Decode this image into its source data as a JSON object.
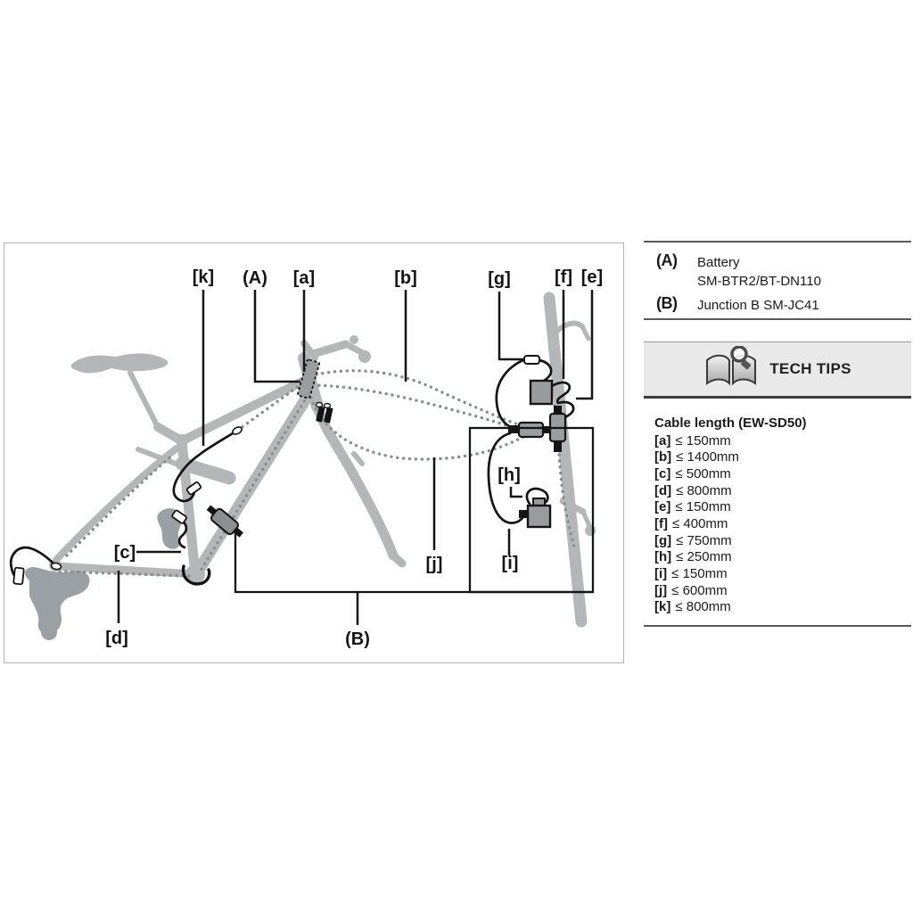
{
  "diagram": {
    "labels": {
      "k": "[k]",
      "A": "(A)",
      "a": "[a]",
      "b": "[b]",
      "g": "[g]",
      "f": "[f]",
      "e": "[e]",
      "c": "[c]",
      "d": "[d]",
      "j": "[j]",
      "i": "[i]",
      "h": "[h]",
      "B": "(B)"
    }
  },
  "legend": {
    "parts": [
      {
        "id": "(A)",
        "line1": "Battery",
        "line2": "SM-BTR2/BT-DN110"
      },
      {
        "id": "(B)",
        "line1": "Junction B SM-JC41",
        "line2": ""
      }
    ],
    "tech_tips_label": "TECH TIPS",
    "cable_length_title": "Cable length (EW-SD50)",
    "cable_lengths": [
      {
        "label": "[a]",
        "value": "≤ 150mm"
      },
      {
        "label": "[b]",
        "value": "≤ 1400mm"
      },
      {
        "label": "[c]",
        "value": "≤ 500mm"
      },
      {
        "label": "[d]",
        "value": "≤ 800mm"
      },
      {
        "label": "[e]",
        "value": "≤ 150mm"
      },
      {
        "label": "[f]",
        "value": "≤ 400mm"
      },
      {
        "label": "[g]",
        "value": "≤ 750mm"
      },
      {
        "label": "[h]",
        "value": "≤ 250mm"
      },
      {
        "label": "[i]",
        "value": "≤ 150mm"
      },
      {
        "label": "[j]",
        "value": "≤ 600mm"
      },
      {
        "label": "[k]",
        "value": "≤ 800mm"
      }
    ]
  },
  "colors": {
    "frame_gray": "#b4b6b8",
    "component_gray": "#9aa0a3",
    "box_gray": "#989c9f",
    "dotted_gray": "#8b8e90",
    "line_black": "#141414",
    "rule_gray": "#5a5a5a",
    "band_bg": "#e9e9e9"
  }
}
